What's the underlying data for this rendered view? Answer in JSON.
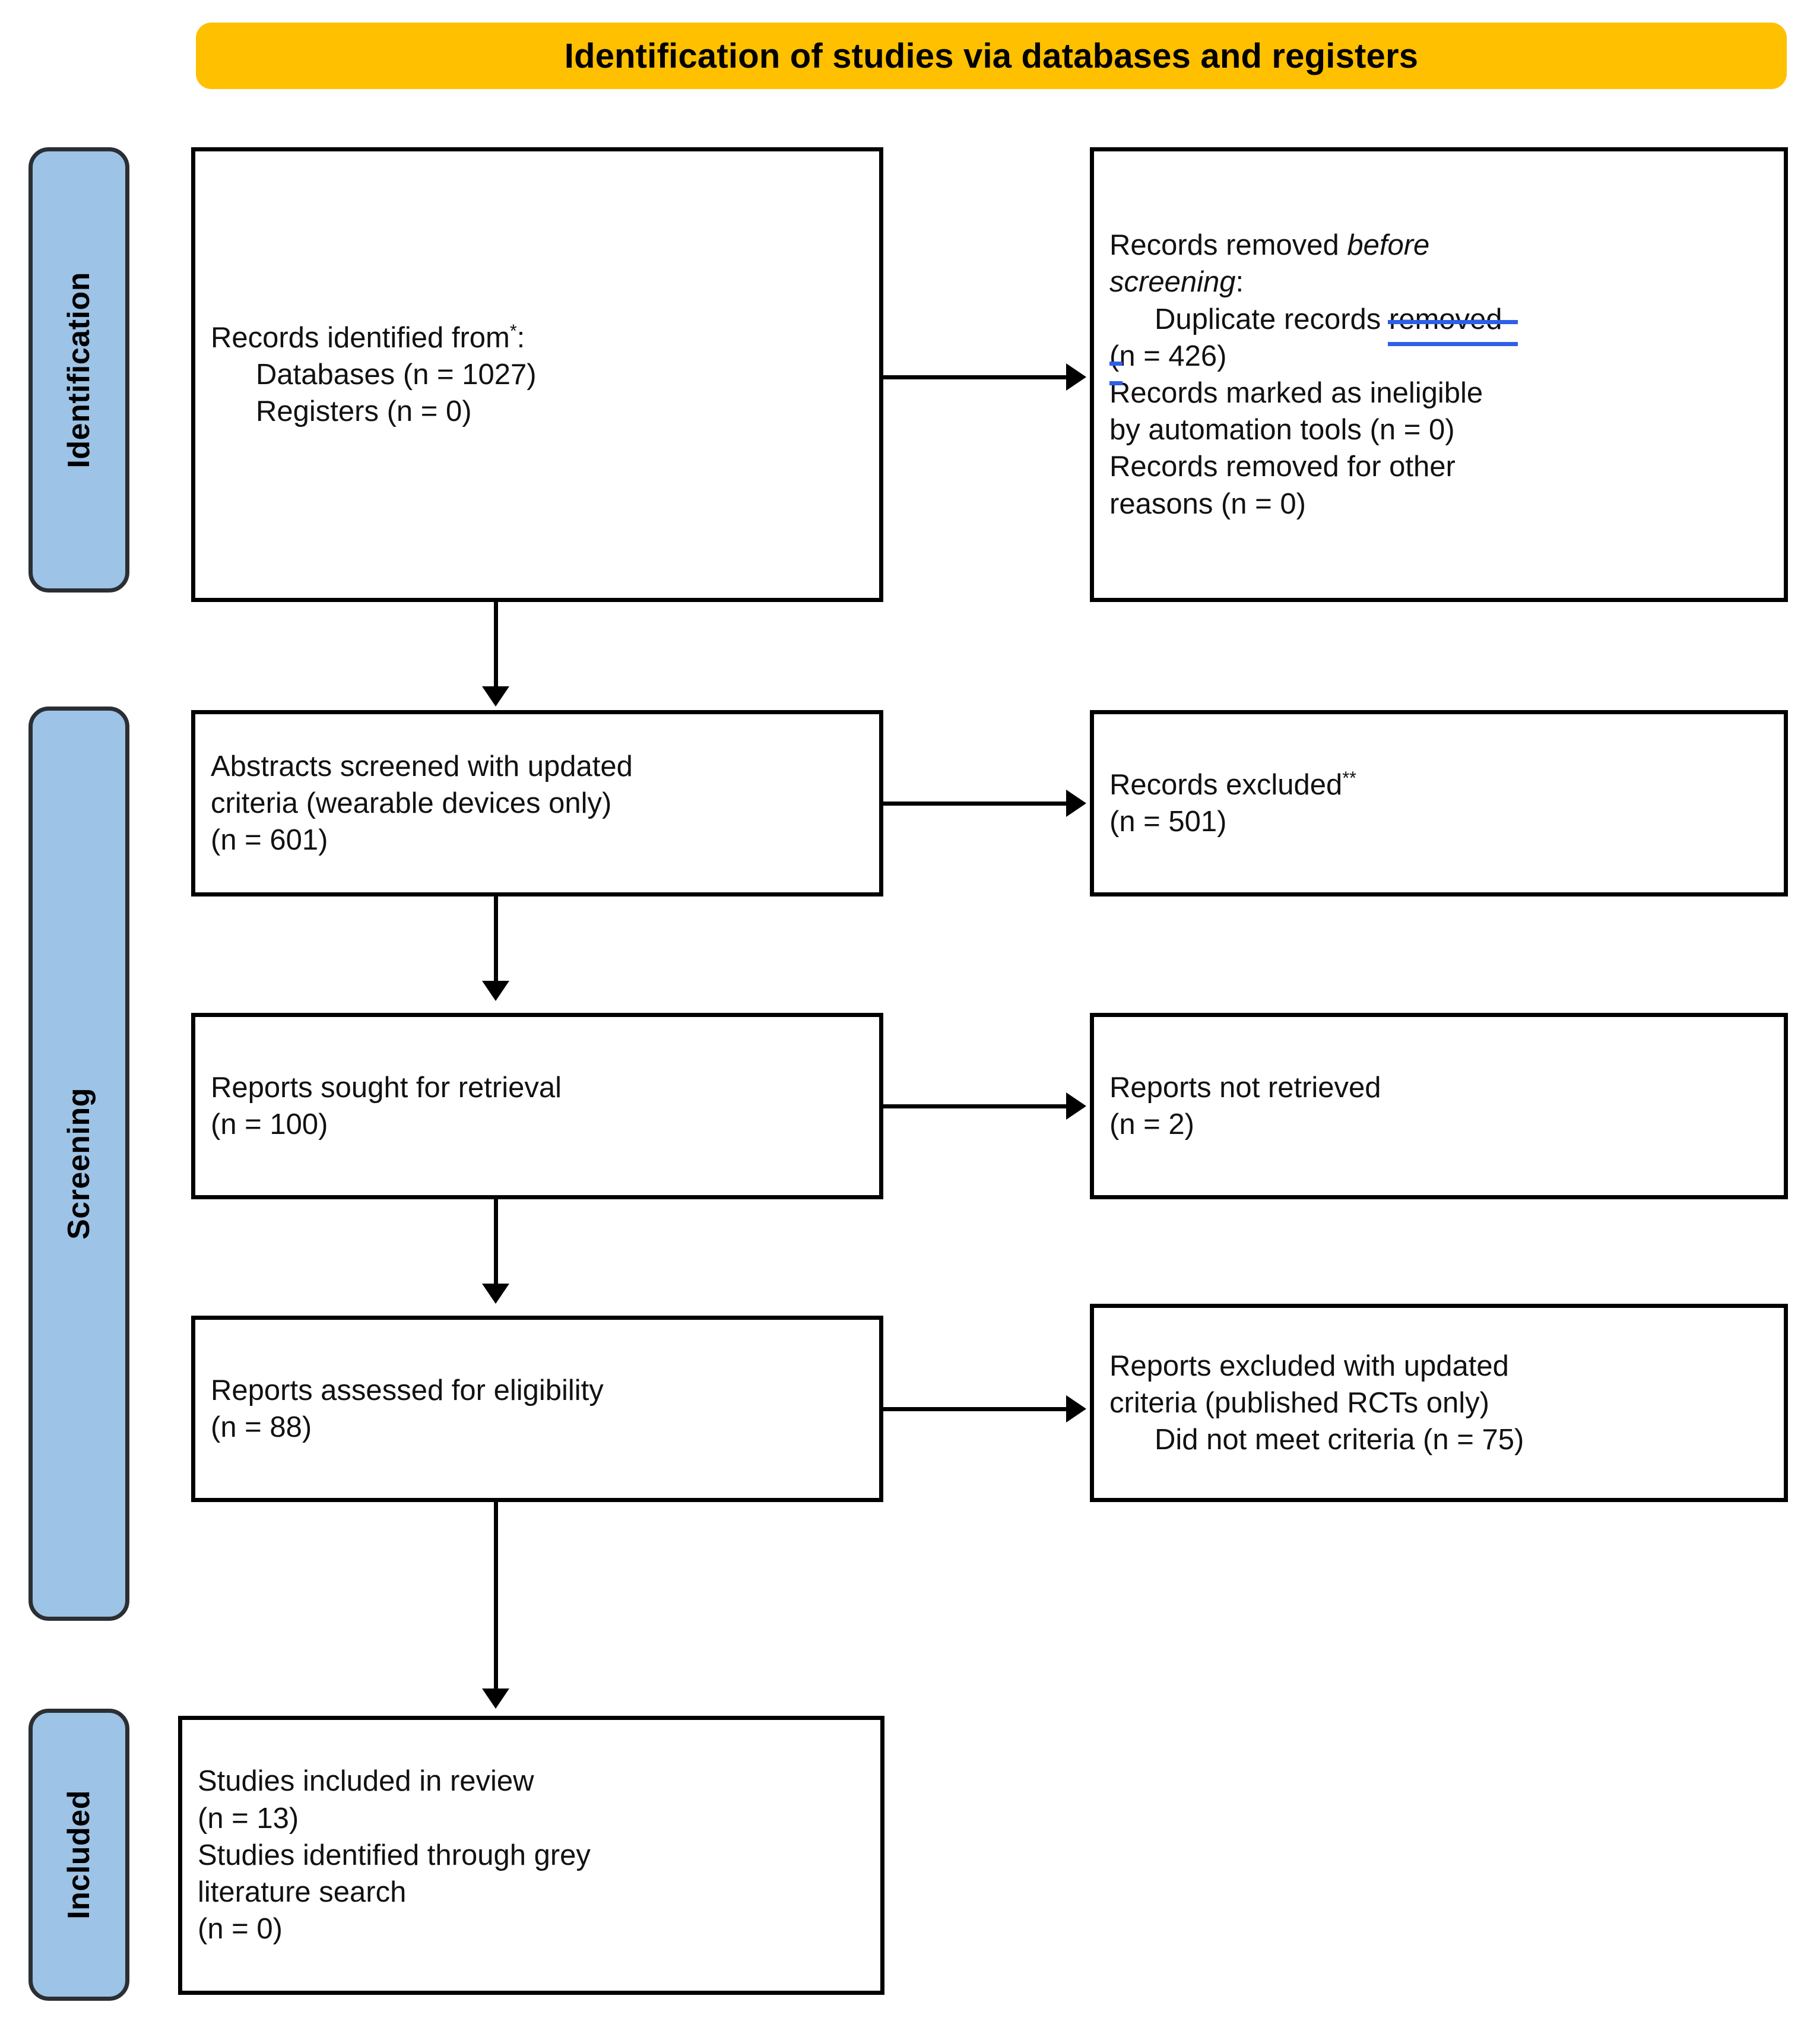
{
  "banner": {
    "title": "Identification of studies via databases and registers",
    "color": "#FFC000"
  },
  "stages": {
    "color": "#9DC3E6",
    "identification": "Identification",
    "screening": "Screening",
    "included": "Included"
  },
  "edit_markup_color": "#2E5FE8",
  "boxes": {
    "records_identified": {
      "line1": "Records identified from",
      "line1_sup": "*",
      "line1_end": ":",
      "line2": "Databases (n = 1027)",
      "line3": "Registers (n = 0)"
    },
    "records_removed": {
      "line1a": "Records removed ",
      "line1b": "before",
      "line2a": "screening",
      "line2b": ":",
      "line3a": "Duplicate records ",
      "line3b": "removed",
      "line4a": "(",
      "line4b": "n = 426)",
      "line5": "Records marked as ineligible",
      "line6": "by automation tools (n = 0)",
      "line7": "Records removed for other",
      "line8": "reasons (n = 0)"
    },
    "abstracts_screened": {
      "line1": "Abstracts screened with updated",
      "line2": "criteria (wearable devices only)",
      "line3": "(n = 601)"
    },
    "records_excluded": {
      "line1": "Records excluded",
      "line1_sup": "**",
      "line2": "(n = 501)"
    },
    "reports_sought": {
      "line1": "Reports sought for retrieval",
      "line2": "(n = 100)"
    },
    "reports_not_retrieved": {
      "line1": "Reports not retrieved",
      "line2": "(n = 2)"
    },
    "reports_assessed": {
      "line1": "Reports assessed for eligibility",
      "line2": "(n = 88)"
    },
    "reports_excluded": {
      "line1": "Reports excluded with updated",
      "line2": "criteria (published RCTs only)",
      "line3": "Did not meet criteria (n = 75)"
    },
    "studies_included": {
      "line1": "Studies included in review",
      "line2": "(n = 13)",
      "line3": "Studies identified through grey",
      "line4": "literature search",
      "line5": "(n = 0)"
    }
  },
  "chart_data": {
    "type": "flowchart",
    "title": "Identification of studies via databases and registers",
    "nodes": [
      {
        "id": "records_identified",
        "stage": "Identification",
        "label": "Records identified from*: Databases (n = 1027); Registers (n = 0)",
        "n": 1027
      },
      {
        "id": "records_removed",
        "stage": "Identification",
        "label": "Records removed before screening: Duplicate records removed (n = 426); Records marked as ineligible by automation tools (n = 0); Records removed for other reasons (n = 0)",
        "n": 426
      },
      {
        "id": "abstracts_screened",
        "stage": "Screening",
        "label": "Abstracts screened with updated criteria (wearable devices only) (n = 601)",
        "n": 601
      },
      {
        "id": "records_excluded",
        "stage": "Screening",
        "label": "Records excluded** (n = 501)",
        "n": 501
      },
      {
        "id": "reports_sought",
        "stage": "Screening",
        "label": "Reports sought for retrieval (n = 100)",
        "n": 100
      },
      {
        "id": "reports_not_retrieved",
        "stage": "Screening",
        "label": "Reports not retrieved (n = 2)",
        "n": 2
      },
      {
        "id": "reports_assessed",
        "stage": "Screening",
        "label": "Reports assessed for eligibility (n = 88)",
        "n": 88
      },
      {
        "id": "reports_excluded",
        "stage": "Screening",
        "label": "Reports excluded with updated criteria (published RCTs only); Did not meet criteria (n = 75)",
        "n": 75
      },
      {
        "id": "studies_included",
        "stage": "Included",
        "label": "Studies included in review (n = 13); Studies identified through grey literature search (n = 0)",
        "n": 13
      }
    ],
    "edges": [
      {
        "from": "records_identified",
        "to": "records_removed",
        "direction": "right"
      },
      {
        "from": "records_identified",
        "to": "abstracts_screened",
        "direction": "down"
      },
      {
        "from": "abstracts_screened",
        "to": "records_excluded",
        "direction": "right"
      },
      {
        "from": "abstracts_screened",
        "to": "reports_sought",
        "direction": "down"
      },
      {
        "from": "reports_sought",
        "to": "reports_not_retrieved",
        "direction": "right"
      },
      {
        "from": "reports_sought",
        "to": "reports_assessed",
        "direction": "down"
      },
      {
        "from": "reports_assessed",
        "to": "reports_excluded",
        "direction": "right"
      },
      {
        "from": "reports_assessed",
        "to": "studies_included",
        "direction": "down"
      }
    ]
  }
}
